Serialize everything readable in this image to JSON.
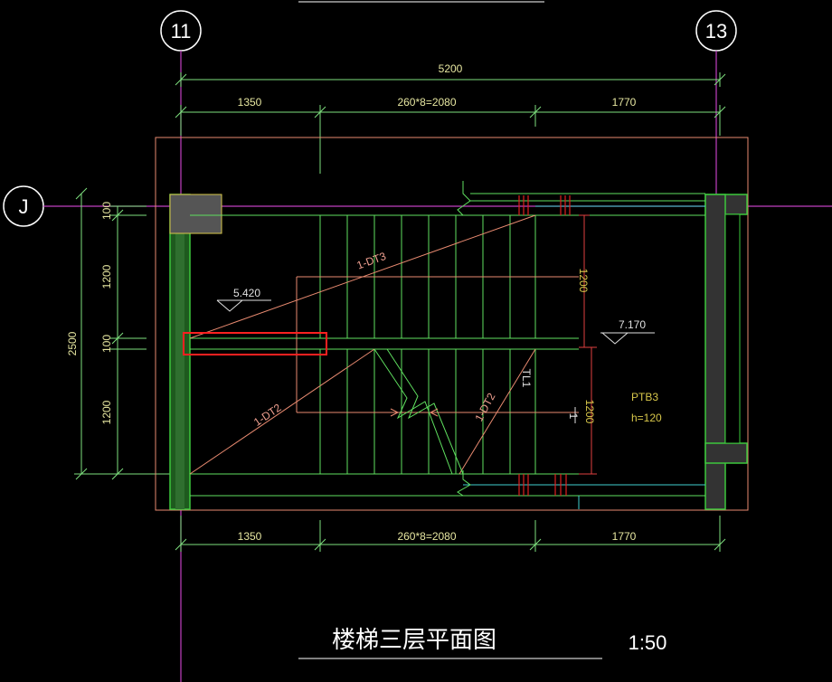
{
  "grid_axes": {
    "left_top": "11",
    "right_top": "13",
    "left_side": "J"
  },
  "dimensions": {
    "total_width": "5200",
    "top_left": "1350",
    "top_middle": "260*8=2080",
    "top_right": "1770",
    "bottom_left": "1350",
    "bottom_middle": "260*8=2080",
    "bottom_right": "1770",
    "left_total": "2500",
    "left_top_small": "100",
    "left_upper": "1200",
    "left_mid_small": "100",
    "left_lower": "1200",
    "right_upper": "1200",
    "right_lower": "1200"
  },
  "labels": {
    "elev_left": "5.420",
    "elev_right": "7.170",
    "flight_upper": "1-DT3",
    "flight_lower": "1-DT2",
    "flight_diag": "1-DT2",
    "beam_tl1": "TL1",
    "tl_mark": "1",
    "slab_name": "PTB3",
    "slab_thickness": "h=120"
  },
  "title": {
    "name": "楼梯三层平面图",
    "scale": "1:50"
  },
  "colors": {
    "background": "#000000",
    "axis": "#c040c0",
    "dimension": "#7ee07e",
    "wall": "#3cc83c",
    "outline": "#e88a70",
    "stair": "#5fe05f",
    "cyan": "#40d0d0",
    "red": "#e02020",
    "highlight": "#ff2020"
  }
}
